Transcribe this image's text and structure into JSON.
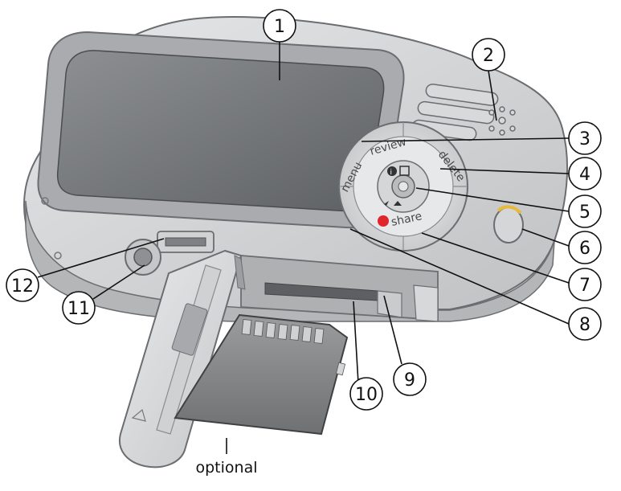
{
  "buttons": {
    "review": "review",
    "delete": "delete",
    "menu": "menu",
    "share": "share"
  },
  "callouts": [
    {
      "num": "1"
    },
    {
      "num": "2"
    },
    {
      "num": "3"
    },
    {
      "num": "4"
    },
    {
      "num": "5"
    },
    {
      "num": "6"
    },
    {
      "num": "7"
    },
    {
      "num": "8"
    },
    {
      "num": "9"
    },
    {
      "num": "10"
    },
    {
      "num": "11"
    },
    {
      "num": "12"
    }
  ],
  "caption": "optional",
  "colors": {
    "body": "#cfd1d3",
    "screen": "#7a7d80",
    "share_dot": "#e0262b",
    "strap_ring": "#e8b93a"
  }
}
